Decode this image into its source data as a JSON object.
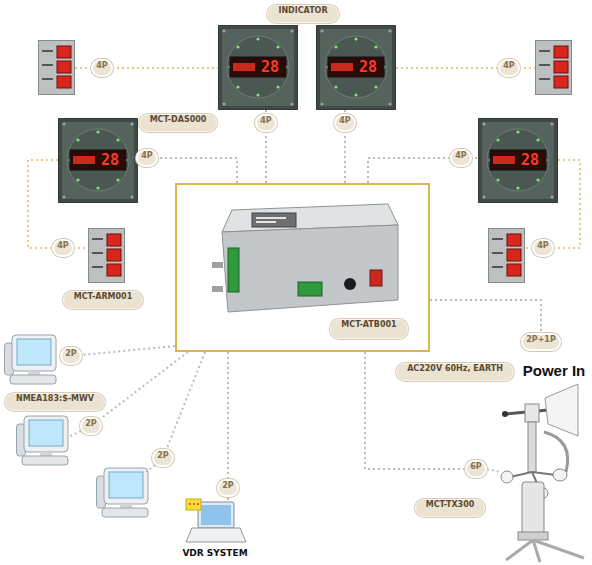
{
  "diagram": {
    "nodes": [
      {
        "text": [
          "INDICATOR"
        ]
      },
      {
        "text": [
          "4P"
        ]
      },
      {
        "text": [
          "4P"
        ]
      },
      {
        "text": [
          "MCT-DAS000"
        ]
      },
      {
        "text": [
          "4P"
        ]
      },
      {
        "text": [
          "4P"
        ]
      },
      {
        "text": [
          "4P"
        ]
      },
      {
        "text": [
          "4P"
        ]
      },
      {
        "text": [
          "MCT-ATB001"
        ]
      },
      {
        "text": [
          "4P"
        ]
      },
      {
        "text": [
          "4P"
        ]
      },
      {
        "text": [
          "MCT-ARM001"
        ]
      },
      {
        "text": [
          "2P+1P"
        ]
      },
      {
        "text": [
          "2P"
        ]
      },
      {
        "text": [
          "AC220V 60Hz, EARTH"
        ]
      },
      {
        "text": [
          "NMEA183:$-MWV"
        ]
      },
      {
        "text": [
          "2P"
        ]
      },
      {
        "text": [
          "2P"
        ]
      },
      {
        "text": [
          "6P"
        ]
      },
      {
        "text": [
          "2P"
        ]
      },
      {
        "text": [
          "MCT-TX300"
        ]
      }
    ],
    "edges": [
      {
        "from": 8,
        "to": 4,
        "arrow": "none"
      },
      {
        "from": 8,
        "to": 5,
        "arrow": "none"
      },
      {
        "from": 8,
        "to": 6,
        "arrow": "none"
      },
      {
        "from": 8,
        "to": 7,
        "arrow": "none"
      },
      {
        "from": 8,
        "to": 12,
        "arrow": "none"
      },
      {
        "from": 8,
        "to": 13,
        "arrow": "none"
      },
      {
        "from": 8,
        "to": 16,
        "arrow": "none"
      },
      {
        "from": 8,
        "to": 17,
        "arrow": "none"
      },
      {
        "from": 8,
        "to": 18,
        "arrow": "none"
      },
      {
        "from": 8,
        "to": 19,
        "arrow": "none"
      }
    ],
    "labels": [
      "28",
      "28",
      "28",
      "28",
      "Power In",
      "VDR SYSTEM"
    ]
  }
}
